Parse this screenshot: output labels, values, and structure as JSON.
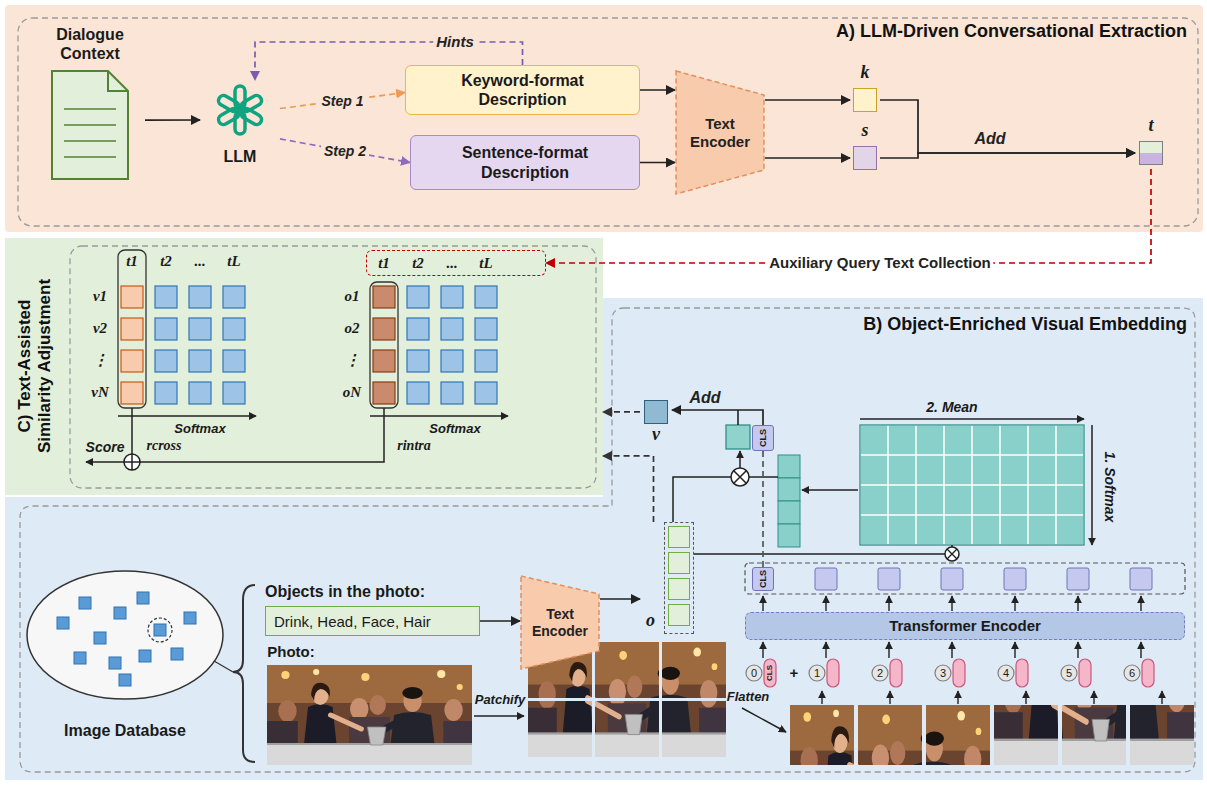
{
  "diagram": {
    "nodes": [
      {
        "text": [
          "A) LLM-Driven Conversational Extraction"
        ]
      },
      {
        "text": [
          "Dialogue Context"
        ],
        "in": 0
      },
      {
        "text": [
          "LLM"
        ],
        "in": 0
      },
      {
        "text": [
          "Keyword-format Description"
        ],
        "in": 0
      },
      {
        "text": [
          "Sentence-format Description"
        ],
        "in": 0
      },
      {
        "text": [
          "Text Encoder"
        ],
        "in": 0
      },
      {
        "text": [
          "k"
        ],
        "in": 0
      },
      {
        "text": [
          "s"
        ],
        "in": 0
      },
      {
        "text": [
          "t"
        ],
        "in": 0
      },
      {
        "text": [
          "C) Text-Assisted Similarity Adjustment"
        ]
      },
      {
        "text": [
          "t1",
          "t2",
          "...",
          "tL"
        ],
        "in": 9
      },
      {
        "text": [
          "B) Object-Enriched Visual Embedding"
        ]
      },
      {
        "text": [
          "Image Database"
        ],
        "in": 11
      },
      {
        "text": [
          "Objects in the photo:",
          "Drink, Head, Face, Hair"
        ],
        "in": 11
      },
      {
        "text": [
          "Text Encoder"
        ],
        "in": 11
      },
      {
        "text": [
          "o"
        ],
        "in": 11
      },
      {
        "text": [
          "Transformer Encoder"
        ],
        "in": 11
      },
      {
        "text": [
          "CLS"
        ],
        "in": 11
      },
      {
        "text": [
          "CLS"
        ],
        "in": 11
      },
      {
        "text": [
          "v"
        ],
        "in": 11
      }
    ],
    "edges": [
      {
        "from": 1,
        "to": 2,
        "arrow": "to"
      },
      {
        "from": 3,
        "to": 2,
        "label": "Hints",
        "arrow": "to"
      },
      {
        "from": 2,
        "to": 3,
        "label": "Step 1",
        "arrow": "to"
      },
      {
        "from": 2,
        "to": 4,
        "label": "Step 2",
        "arrow": "to"
      },
      {
        "from": 3,
        "to": 5,
        "arrow": "to"
      },
      {
        "from": 4,
        "to": 5,
        "arrow": "to"
      },
      {
        "from": 5,
        "to": 6,
        "arrow": "to"
      },
      {
        "from": 5,
        "to": 7,
        "arrow": "to"
      },
      {
        "from": 6,
        "to": 8,
        "label": "Add",
        "arrow": "to"
      },
      {
        "from": 7,
        "to": 8,
        "arrow": "to"
      },
      {
        "from": 8,
        "to": 10,
        "label": "Auxiliary Query Text Collection",
        "arrow": "to"
      },
      {
        "from": 13,
        "to": 14,
        "arrow": "to"
      },
      {
        "from": 14,
        "to": 15,
        "arrow": "to"
      },
      {
        "from": 15,
        "to": 9,
        "arrow": "to"
      },
      {
        "from": 19,
        "to": 9,
        "arrow": "to"
      },
      {
        "from": 17,
        "to": 18,
        "arrow": "none"
      },
      {
        "from": 18,
        "to": 19,
        "label": "Add",
        "arrow": "to"
      }
    ],
    "labels": [
      "t1",
      "t2",
      "...",
      "tL",
      "v1",
      "v2",
      "⋮",
      "vN",
      "o1",
      "o2",
      "⋮",
      "oN",
      "Softmax",
      "Softmax",
      "rcross",
      "rintra",
      "Score",
      "2. Mean",
      "1. Softmax",
      "Photo:",
      "Patchify",
      "Flatten",
      "0",
      "CLS",
      "+",
      "1",
      "2",
      "3",
      "4",
      "5",
      "6"
    ]
  }
}
